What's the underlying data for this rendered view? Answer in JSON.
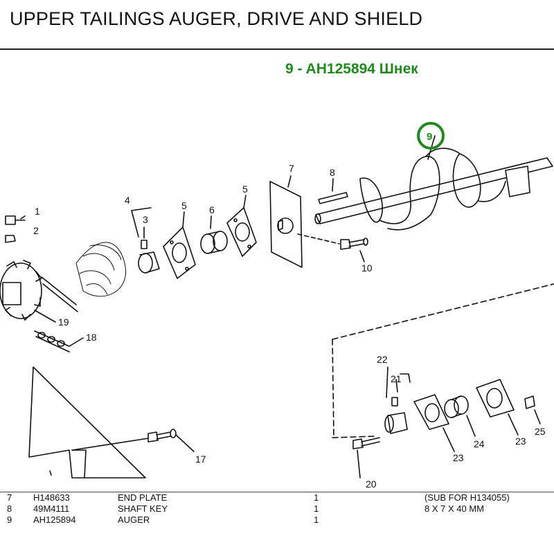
{
  "header": {
    "title": "UPPER TAILINGS AUGER, DRIVE AND SHIELD",
    "highlight": "9 - AH125894 Шнек"
  },
  "callouts": {
    "c1": "1",
    "c2": "2",
    "c3": "3",
    "c4": "4",
    "c5a": "5",
    "c5b": "5",
    "c6": "6",
    "c7": "7",
    "c8": "8",
    "c9": "9",
    "c10": "10",
    "c17": "17",
    "c18": "18",
    "c19": "19",
    "c20": "20",
    "c21": "21",
    "c22": "22",
    "c23a": "23",
    "c23b": "23",
    "c24": "24",
    "c25": "25"
  },
  "parts_table": [
    {
      "item": "7",
      "part": "H148633",
      "desc": "END PLATE",
      "qty": "1",
      "remark": "(SUB FOR H134055)"
    },
    {
      "item": "8",
      "part": "49M4111",
      "desc": "SHAFT KEY",
      "qty": "1",
      "remark": "8 X 7 X 40 MM"
    },
    {
      "item": "9",
      "part": "AH125894",
      "desc": "AUGER",
      "qty": "1",
      "remark": ""
    }
  ],
  "colors": {
    "highlight": "#1e8a1e",
    "line": "#111111"
  }
}
